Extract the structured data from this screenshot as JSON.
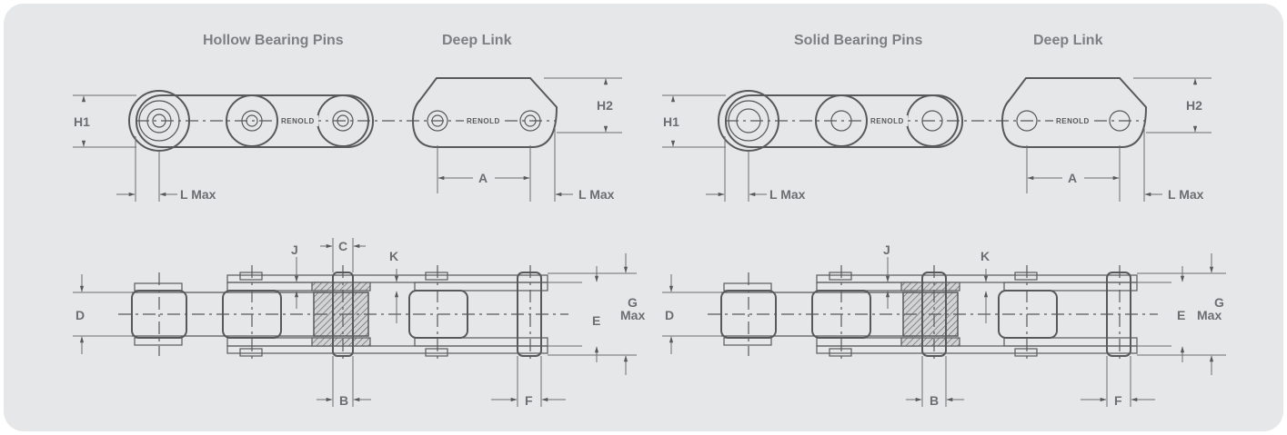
{
  "panels": [
    {
      "headings": {
        "left": "Hollow Bearing Pins",
        "right": "Deep Link"
      },
      "brand": "RENOLD",
      "dims": {
        "h1": "H1",
        "h2": "H2",
        "a": "A",
        "l_max": "L Max",
        "c": "C",
        "j": "J",
        "k": "K",
        "d": "D",
        "e": "E",
        "g": "G",
        "g_sub": "Max",
        "b": "B",
        "f": "F"
      }
    },
    {
      "headings": {
        "left": "Solid Bearing Pins",
        "right": "Deep Link"
      },
      "brand": "RENOLD",
      "dims": {
        "h1": "H1",
        "h2": "H2",
        "a": "A",
        "l_max": "L Max",
        "j": "J",
        "k": "K",
        "d": "D",
        "e": "E",
        "g": "G",
        "g_sub": "Max",
        "b": "B",
        "f": "F"
      }
    }
  ],
  "colors": {
    "panel_bg": "#e6e7e8",
    "line": "#58595b",
    "text": "#7d7f82",
    "fill": "#d1d3d4"
  }
}
